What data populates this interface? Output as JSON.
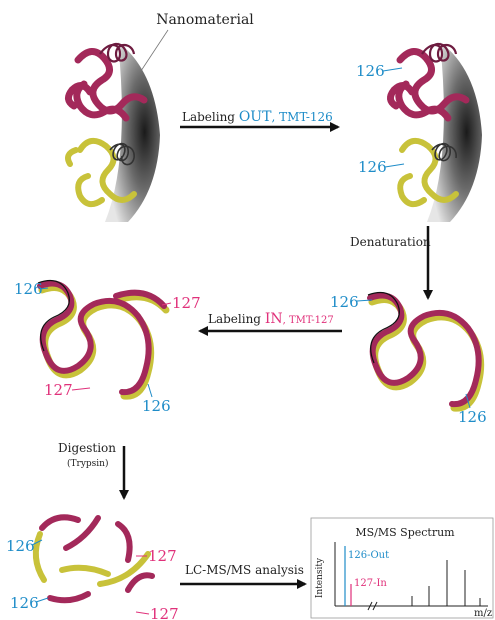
{
  "title": "Nanomaterial",
  "step_labeling_out": {
    "prefix": "Labeling ",
    "keyword": "OUT",
    "suffix": ", TMT-126"
  },
  "step_denaturation": "Denaturation",
  "step_labeling_in": {
    "prefix": "Labeling ",
    "keyword": "IN",
    "suffix": ", TMT-127"
  },
  "step_digestion": {
    "label": "Digestion",
    "sublabel": "(Trypsin)"
  },
  "step_lcms": "LC-MS/MS analysis",
  "tags": {
    "tmt126": "126",
    "tmt127": "127"
  },
  "spectrum": {
    "title": "MS/MS Spectrum",
    "ylabel": "Intensity",
    "xlabel": "m/z",
    "legend_out": "126-Out",
    "legend_in": "127-In"
  },
  "colors": {
    "protein_magenta": "#a3295a",
    "protein_olive": "#c8c23a",
    "label_blue": "#1e8cc8",
    "label_pink": "#e0307a",
    "arrow": "#111111"
  }
}
